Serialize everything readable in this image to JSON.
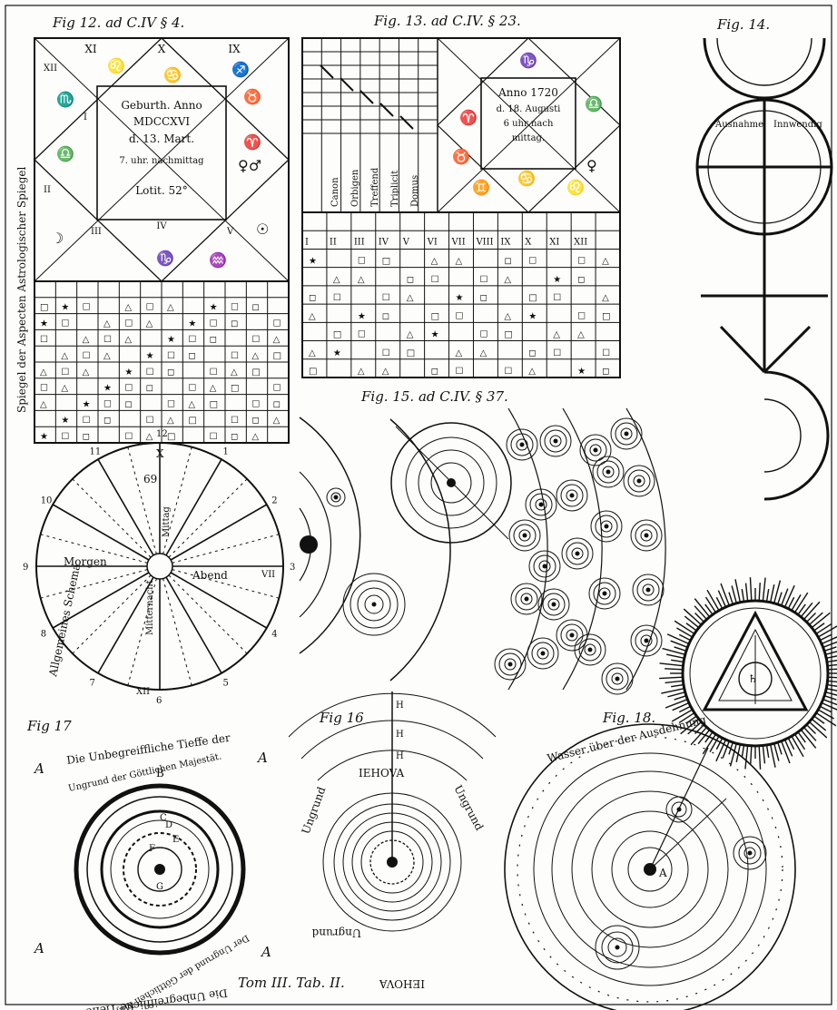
{
  "figures": {
    "fig12": {
      "caption": "Fig 12. ad C.IV § 4.",
      "houses_top": [
        "XI",
        "X",
        "IX"
      ],
      "houses_left": [
        "XII",
        "I",
        "II"
      ],
      "houses_bottom": [
        "III",
        "IV",
        "V"
      ],
      "birth_lines": [
        "Geburth. Anno",
        "MDCCXVI",
        "d. 13. Mart.",
        "7. uhr. nachmittag",
        "Lotit. 52°"
      ],
      "side_title": "Spiegel der Aspecten Astrologischer Spiegel"
    },
    "fig13": {
      "caption": "Fig. 13. ad C.IV. § 23.",
      "center_lines": [
        "Anno 1720",
        "d. 18. Augusti",
        "6 uhr nach",
        "mittag."
      ],
      "vertical_labels": [
        "Canon",
        "Orbigen",
        "Treffend",
        "Triplicit",
        "Domus"
      ],
      "row_numerals": [
        "I",
        "II",
        "III",
        "IV",
        "V",
        "VI",
        "VII",
        "VIII",
        "IX",
        "X",
        "XI",
        "XII"
      ]
    },
    "fig14": {
      "caption": "Fig. 14."
    },
    "fig15": {
      "caption": "Fig. 15. ad C.IV. § 37."
    },
    "fig16": {
      "caption": "Fig 16",
      "scheme_label": "Allgemeines Schema",
      "morgen": "Morgen",
      "abend": "Abend",
      "mitternacht": "Mitternacht",
      "mittag": "Mittag",
      "numbers": [
        "12",
        "1",
        "2",
        "3",
        "4",
        "5",
        "6",
        "7",
        "8",
        "9",
        "10",
        "11"
      ],
      "numerals": [
        "X",
        "VII",
        "XII"
      ],
      "top_inner_label": "69",
      "iehova": "IEHOVA",
      "iehova_bottom": "IEHOVA",
      "ungrund": "Ungrund",
      "h_letters": [
        "H",
        "H",
        "H"
      ]
    },
    "fig17": {
      "caption": "Fig 17",
      "corner_letter": "A",
      "top_arc": "Die Unbegreiffliche Tieffe der",
      "mid_arc": "Ungrund der Göttlichen Majestät.",
      "bottom_arc": "Die Unbegreiffliche Tieffe",
      "bottom_arc2": "Der Ungrund der Göttlichen Majestät",
      "center_letters": [
        "B",
        "C",
        "D",
        "E",
        "F",
        "G"
      ]
    },
    "fig18": {
      "caption": "Fig. 18.",
      "top_arc": "Wasser über der Ausdehnung",
      "center_letter": "A"
    }
  },
  "plate_label": "Tom III. Tab. II."
}
